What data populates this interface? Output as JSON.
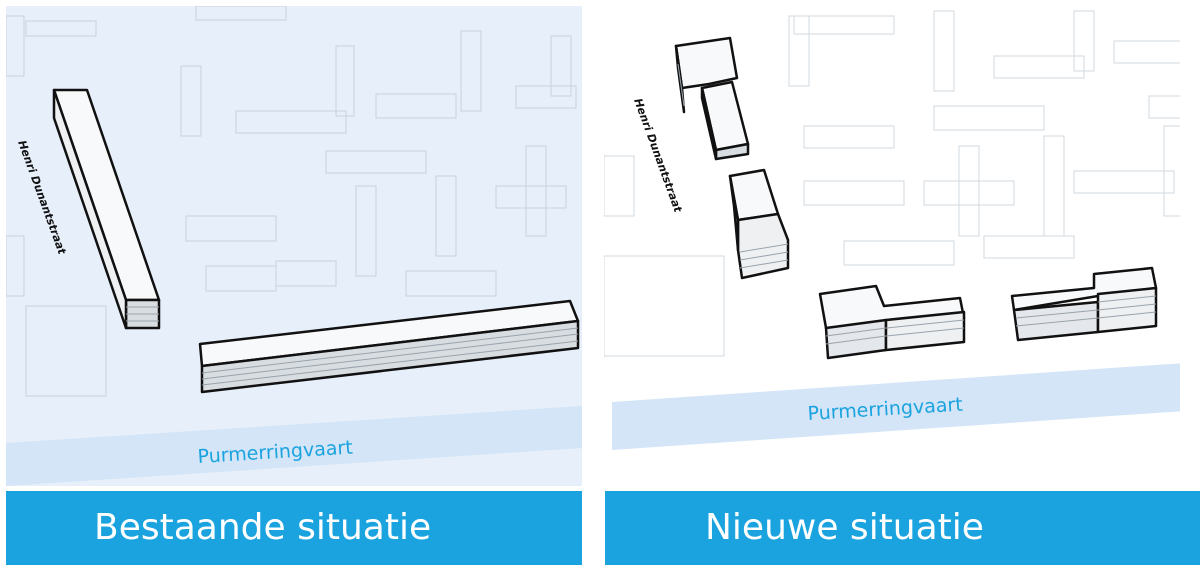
{
  "left_panel": {
    "banner_label": "Bestaande situatie",
    "water_label": "Purmerringvaart",
    "street_label": "Henri Dunantstraat"
  },
  "right_panel": {
    "banner_label": "Nieuwe situatie",
    "water_label": "Purmerringvaart",
    "street_label": "Henri Dunantstraat"
  },
  "colors": {
    "banner": "#1aa3df",
    "water_label": "#1aa3df",
    "left_background": "#e6effa",
    "water_band": "#d3e5f7"
  }
}
